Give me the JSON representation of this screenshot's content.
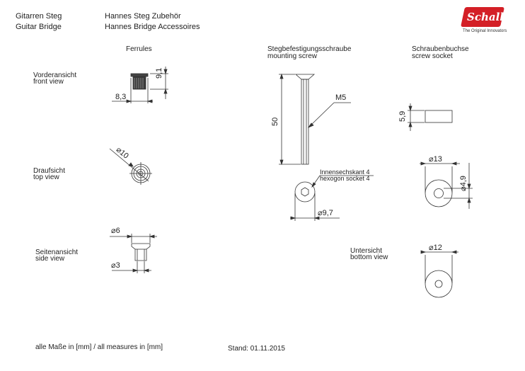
{
  "header": {
    "title_de": "Gitarren Steg",
    "title_en": "Guitar Bridge",
    "subtitle_de": "Hannes Steg Zubehör",
    "subtitle_en": "Hannes Bridge Accessoires"
  },
  "logo": {
    "brand": "Schaller",
    "tagline": "The Original Innovators"
  },
  "sections": {
    "ferrules": "Ferrules",
    "screw_de": "Stegbefestigungsschraube",
    "screw_en": "mounting screw",
    "socket_de": "Schraubenbuchse",
    "socket_en": "screw socket"
  },
  "views": {
    "front_de": "Vorderansicht",
    "front_en": "front view",
    "top_de": "Draufsicht",
    "top_en": "top view",
    "side_de": "Seitenansicht",
    "side_en": "side view",
    "bottom_de": "Untersicht",
    "bottom_en": "bottom view"
  },
  "dimensions": {
    "ferrule_width": "8,3",
    "ferrule_height": "9,1",
    "ferrule_diameter": "10",
    "ferrule_top_diameter": "6",
    "ferrule_bottom_diameter": "3",
    "screw_thread": "M5",
    "screw_length": "50",
    "screw_head_diameter": "9,7",
    "socket_height": "5,9",
    "socket_outer_diameter": "13",
    "socket_inner_diameter": "4,9",
    "socket_bottom_diameter": "12"
  },
  "notes": {
    "hex_de": "Innensechskant  4",
    "hex_en": "hexogon socket 4",
    "units": "alle Maße in [mm] / all measures in [mm]",
    "date": "Stand: 01.11.2015"
  }
}
